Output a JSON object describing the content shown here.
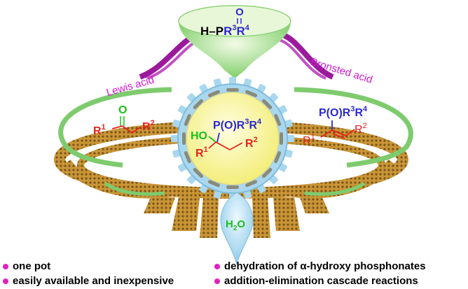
{
  "reagent": {
    "oxygen": "O",
    "prefix": "H–P",
    "r3": "R",
    "sup3": "3",
    "r4": "R",
    "sup4": "4"
  },
  "labels": {
    "lewis_acid": "Lewis acid",
    "bronsted_acid": "Bronsted acid",
    "water": "H",
    "water_sub": "2",
    "water_o": "O"
  },
  "ketone": {
    "oxygen": "O",
    "r1": "R",
    "r1_sup": "1",
    "r2": "R",
    "r2_sup": "2"
  },
  "intermediate": {
    "ho": "HO",
    "p_group": "P(O)R",
    "sup3": "3",
    "r4": "R",
    "sup4": "4",
    "r1": "R",
    "r1_sup": "1",
    "r2": "R",
    "r2_sup": "2"
  },
  "product": {
    "p_group": "P(O)R",
    "sup3": "3",
    "r4": "R",
    "sup4": "4",
    "r1": "R",
    "r1_sup": "1",
    "r2": "R",
    "r2_sup": "2"
  },
  "bullets_left": [
    "one pot",
    "easily available and inexpensive"
  ],
  "bullets_right": [
    "dehydration of α-hydroxy phosphonates",
    "addition-elimination cascade reactions"
  ],
  "colors": {
    "bullet": "#e21fc0",
    "purple_band": "#9b1a9b",
    "green_arc": "#7ecb6e",
    "gold": "#b8862b",
    "ring_blue": "#a9d7ee",
    "core_yellow": "#f7f39a",
    "red_text": "#e8221a",
    "blue_text": "#2a2ad0",
    "green_text": "#18c018"
  }
}
